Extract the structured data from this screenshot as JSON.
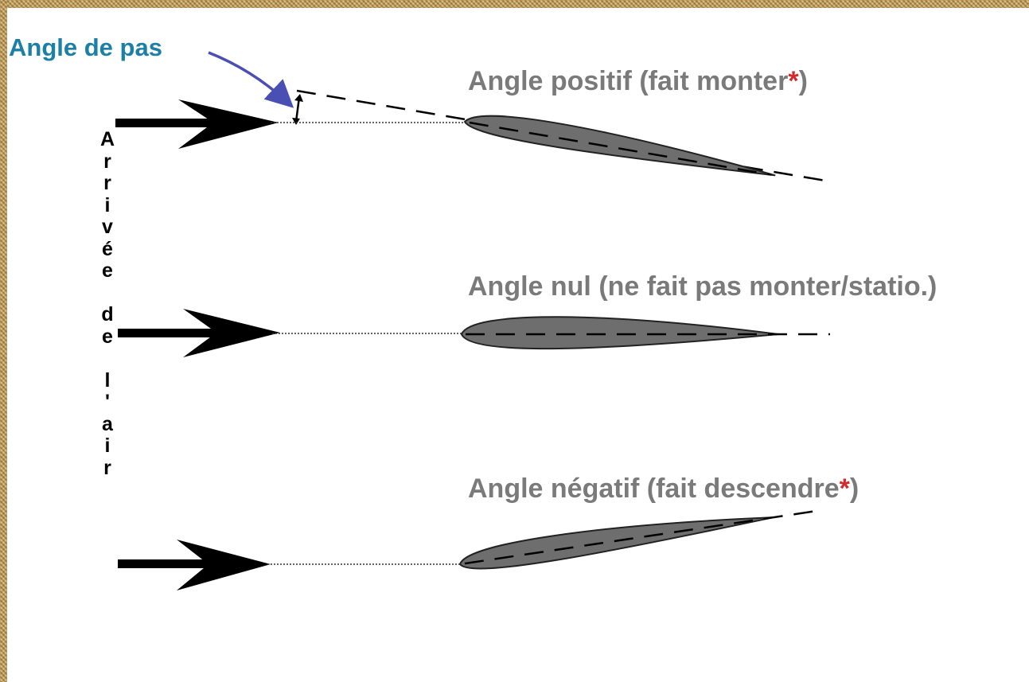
{
  "title": "Angle de pas",
  "vertical_label": "Arrivée de l'air",
  "angles": [
    {
      "id": "positive",
      "text": "Angle positif (fait monter",
      "asterisk": "*",
      "close": ")"
    },
    {
      "id": "zero",
      "text": "Angle nul (ne fait pas monter/statio.)"
    },
    {
      "id": "negative",
      "text": "Angle négatif (fait descendre",
      "asterisk": "*",
      "close": ")"
    }
  ],
  "colors": {
    "title": "#1c7fa6",
    "title_arrow": "#4a4fb3",
    "angle_text": "#7a7a7a",
    "asterisk": "#d22a2a",
    "blade_fill": "#6e6e6e",
    "arrow": "#000000"
  }
}
